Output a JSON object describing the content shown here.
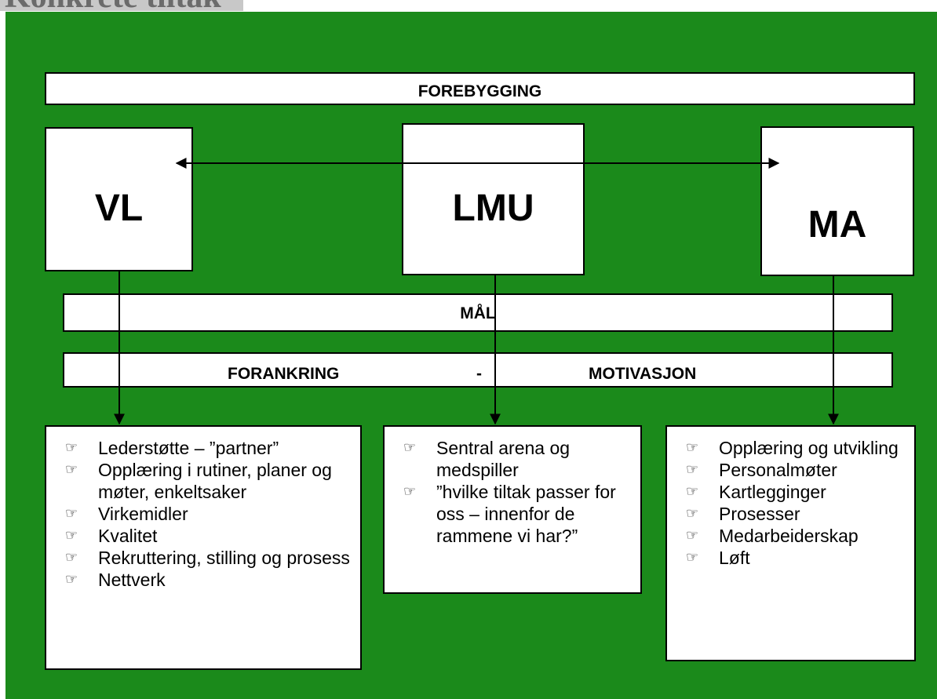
{
  "title": "Konkrete tiltak",
  "bars": {
    "forebygging": "FOREBYGGING",
    "maal": "MÅL",
    "forankring": "FORANKRING",
    "separator": "-",
    "motivasjon": "MOTIVASJON"
  },
  "boxes": {
    "vl": "VL",
    "lmu": "LMU",
    "ma": "MA"
  },
  "bullet_glyph": "☞",
  "lists": {
    "vl": [
      "Lederstøtte – ”partner”",
      "Opplæring i rutiner, planer og møter, enkeltsaker",
      "Virkemidler",
      "Kvalitet",
      "Rekruttering, stilling og prosess",
      "Nettverk"
    ],
    "lmu": [
      "Sentral arena og medspiller",
      "”hvilke tiltak passer for oss – innenfor de rammene vi har?”"
    ],
    "ma": [
      "Opplæring og utvikling",
      "Personalmøter",
      "Kartlegginger",
      "Prosesser",
      "Medarbeiderskap",
      "Løft"
    ]
  },
  "colors": {
    "background": "#1b8a1b",
    "box": "#ffffff",
    "border": "#000000",
    "title_bar": "#c8c8c8"
  }
}
